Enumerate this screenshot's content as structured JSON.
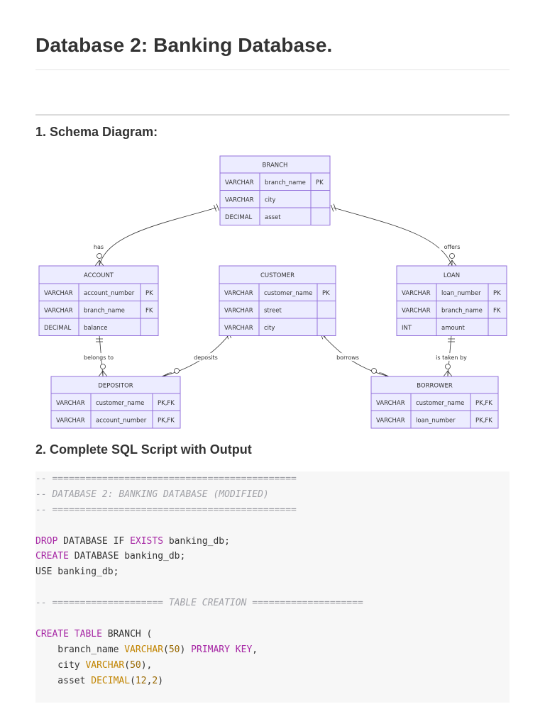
{
  "page": {
    "title": "Database 2: Banking Database.",
    "section1": "1. Schema Diagram:",
    "section2": "2. Complete SQL Script with Output"
  },
  "diagram": {
    "entities": [
      {
        "id": "branch",
        "name": "BRANCH",
        "rows": [
          [
            "VARCHAR",
            "branch_name",
            "PK"
          ],
          [
            "VARCHAR",
            "city",
            ""
          ],
          [
            "DECIMAL",
            "asset",
            ""
          ]
        ]
      },
      {
        "id": "account",
        "name": "ACCOUNT",
        "rows": [
          [
            "VARCHAR",
            "account_number",
            "PK"
          ],
          [
            "VARCHAR",
            "branch_name",
            "FK"
          ],
          [
            "DECIMAL",
            "balance",
            ""
          ]
        ]
      },
      {
        "id": "customer",
        "name": "CUSTOMER",
        "rows": [
          [
            "VARCHAR",
            "customer_name",
            "PK"
          ],
          [
            "VARCHAR",
            "street",
            ""
          ],
          [
            "VARCHAR",
            "city",
            ""
          ]
        ]
      },
      {
        "id": "loan",
        "name": "LOAN",
        "rows": [
          [
            "VARCHAR",
            "loan_number",
            "PK"
          ],
          [
            "VARCHAR",
            "branch_name",
            "FK"
          ],
          [
            "INT",
            "amount",
            ""
          ]
        ]
      },
      {
        "id": "depositor",
        "name": "DEPOSITOR",
        "rows": [
          [
            "VARCHAR",
            "customer_name",
            "PK,FK"
          ],
          [
            "VARCHAR",
            "account_number",
            "PK,FK"
          ]
        ]
      },
      {
        "id": "borrower",
        "name": "BORROWER",
        "rows": [
          [
            "VARCHAR",
            "customer_name",
            "PK,FK"
          ],
          [
            "VARCHAR",
            "loan_number",
            "PK,FK"
          ]
        ]
      }
    ],
    "relationships": [
      {
        "label": "has"
      },
      {
        "label": "offers"
      },
      {
        "label": "belongs to"
      },
      {
        "label": "deposits"
      },
      {
        "label": "borrows"
      },
      {
        "label": "is taken by"
      }
    ],
    "colors": {
      "entity_fill": "#ECECFF",
      "entity_border": "#9370DB",
      "line": "#333333"
    }
  },
  "code": {
    "lines": [
      [
        {
          "t": "-- ============================================",
          "c": "cm"
        }
      ],
      [
        {
          "t": "-- DATABASE 2: BANKING DATABASE (MODIFIED)",
          "c": "cm"
        }
      ],
      [
        {
          "t": "-- ============================================",
          "c": "cm"
        }
      ],
      [],
      [
        {
          "t": "DROP",
          "c": "kw"
        },
        {
          "t": " DATABASE IF ",
          "c": "pl"
        },
        {
          "t": "EXISTS",
          "c": "kw"
        },
        {
          "t": " banking_db;",
          "c": "pl"
        }
      ],
      [
        {
          "t": "CREATE",
          "c": "kw"
        },
        {
          "t": " DATABASE banking_db;",
          "c": "pl"
        }
      ],
      [
        {
          "t": "USE banking_db;",
          "c": "pl"
        }
      ],
      [],
      [
        {
          "t": "-- ==================== TABLE CREATION ====================",
          "c": "cm"
        }
      ],
      [],
      [
        {
          "t": "CREATE",
          "c": "kw"
        },
        {
          "t": " ",
          "c": "pl"
        },
        {
          "t": "TABLE",
          "c": "kw"
        },
        {
          "t": " BRANCH (",
          "c": "pl"
        }
      ],
      [
        {
          "t": "    branch_name ",
          "c": "pl"
        },
        {
          "t": "VARCHAR",
          "c": "ty"
        },
        {
          "t": "(",
          "c": "pl"
        },
        {
          "t": "50",
          "c": "nu"
        },
        {
          "t": ") ",
          "c": "pl"
        },
        {
          "t": "PRIMARY KEY",
          "c": "kw"
        },
        {
          "t": ",",
          "c": "pl"
        }
      ],
      [
        {
          "t": "    city ",
          "c": "pl"
        },
        {
          "t": "VARCHAR",
          "c": "ty"
        },
        {
          "t": "(",
          "c": "pl"
        },
        {
          "t": "50",
          "c": "nu"
        },
        {
          "t": "),",
          "c": "pl"
        }
      ],
      [
        {
          "t": "    asset ",
          "c": "pl"
        },
        {
          "t": "DECIMAL",
          "c": "ty"
        },
        {
          "t": "(",
          "c": "pl"
        },
        {
          "t": "12",
          "c": "nu"
        },
        {
          "t": ",",
          "c": "pl"
        },
        {
          "t": "2",
          "c": "nu"
        },
        {
          "t": ")",
          "c": "pl"
        }
      ]
    ]
  }
}
